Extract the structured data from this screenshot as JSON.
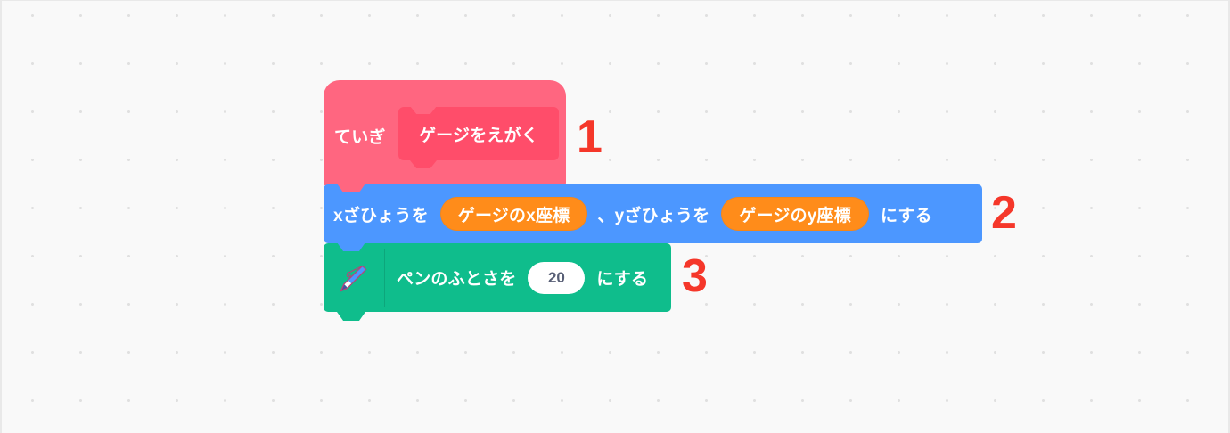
{
  "workspace": {
    "background_color": "#f9f9f9",
    "grid_dot_color": "#e0e0e0"
  },
  "blocks": [
    {
      "id": "define",
      "kind": "hat",
      "category": "my-blocks",
      "color": "#ff6680",
      "label": "ていぎ",
      "prototype": {
        "label": "ゲージをえがく",
        "color": "#ff4d6a"
      },
      "step_number": "1"
    },
    {
      "id": "set-xy",
      "kind": "stack",
      "category": "motion",
      "color": "#4c97ff",
      "parts": [
        {
          "type": "text",
          "value": "xざひょうを"
        },
        {
          "type": "reporter",
          "value": "ゲージのx座標",
          "color": "#ff8c1a"
        },
        {
          "type": "text",
          "value": "、yざひょうを"
        },
        {
          "type": "reporter",
          "value": "ゲージのy座標",
          "color": "#ff8c1a"
        },
        {
          "type": "text",
          "value": "にする"
        }
      ],
      "step_number": "2"
    },
    {
      "id": "set-pen-size",
      "kind": "stack",
      "category": "pen",
      "color": "#0fbd8c",
      "icon": "pen-icon",
      "parts": [
        {
          "type": "text",
          "value": "ペンのふとさを"
        },
        {
          "type": "number-input",
          "value": "20"
        },
        {
          "type": "text",
          "value": "にする"
        }
      ],
      "step_number": "3"
    }
  ],
  "define_block": {
    "label": "ていぎ",
    "prototype_label": "ゲージをえがく",
    "step": "1"
  },
  "motion_block": {
    "text_1": "xざひょうを",
    "reporter_1": "ゲージのx座標",
    "text_2": "、yざひょうを",
    "reporter_2": "ゲージのy座標",
    "text_3": "にする",
    "step": "2"
  },
  "pen_block": {
    "text_1": "ペンのふとさを",
    "input_value": "20",
    "text_2": "にする",
    "icon_name": "pen-icon",
    "step": "3"
  },
  "colors": {
    "my_blocks": "#ff6680",
    "my_blocks_prototype": "#ff4d6a",
    "motion": "#4c97ff",
    "variables": "#ff8c1a",
    "pen": "#0fbd8c",
    "input_text": "#575e75",
    "step_number": "#f5372a"
  }
}
